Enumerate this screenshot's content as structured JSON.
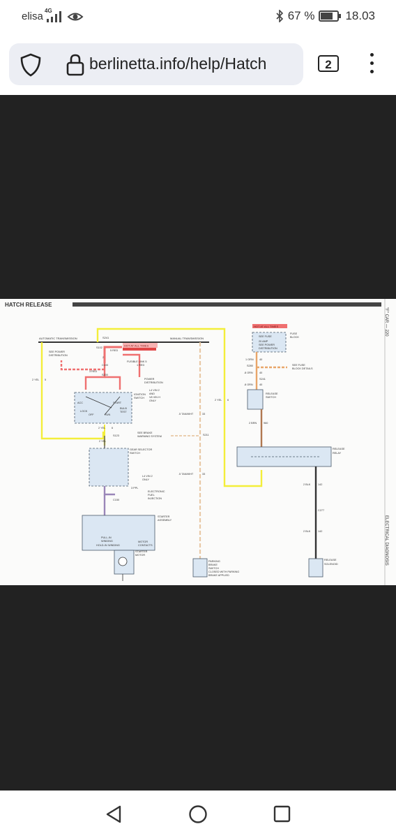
{
  "status_bar": {
    "carrier": "elisa",
    "network": "4G",
    "battery": "67 %",
    "time": "18.03"
  },
  "browser": {
    "url": "berlinetta.info/help/Hatch",
    "tab_count": "2"
  },
  "diagram": {
    "title": "HATCH RELEASE",
    "side_label_top": "\"F\" CAR — 220",
    "side_label_bottom": "ELECTRICAL DIAGNOSIS",
    "headers": {
      "automatic": "AUTOMATIC TRANSMISSION",
      "manual": "MANUAL TRANSMISSION",
      "s241": "S241"
    },
    "hot_labels": {
      "hot_center": "HOT AT ALL TIMES",
      "hot_right": "HOT AT ALL TIMES"
    },
    "labels": {
      "s102": "S102",
      "red_5": "5 RED",
      "red_2_a": "2",
      "red_3": "3 RED",
      "fusible": "FUSIBLE LINK 5",
      "red_1": "1 RED",
      "see_power": "SEE POWER",
      "distribution": "DISTRIBUTION",
      "c100": "C100",
      "s200": "S200",
      "power_dist": "POWER",
      "power_dist2": "DISTRIBUTION",
      "l4_vin": "L4 VIN 2",
      "and": "AND",
      "v8_vin": "V8 VIN H",
      "only": "ONLY",
      "ignition": "IGNITION",
      "switch": "SWITCH",
      "acc": "ACC",
      "lock": "LOCK",
      "off": "OFF",
      "run": "RUN",
      "start": "START",
      "bulb_test": "BULB",
      "test": "TEST",
      "yel_2": "2 YEL",
      "yel_5": "5",
      "yel_2b": "2 YEL",
      "yel_6": "6",
      "s123": "S123",
      "yel_c": "2 YEL",
      "see_brake": "SEE BRAKE",
      "warning": "WARNING SYSTEM",
      "s211": "S211",
      "tan_wht": ".5 TAN/WHT",
      "n33": "33",
      "tan_wht2": ".5 TAN/WHT",
      "n33b": "33",
      "gear_sel": "GEAR SELECTOR",
      "gear_sw": "SWITCH",
      "l4_vin2": "L4 VIN 2",
      "only2": "ONLY",
      "ppl": "3 PPL",
      "efi": "ELECTRONIC",
      "fuel_inj": "FUEL",
      "injection": "INJECTION",
      "c150": "C150",
      "starter_asm": "STARTER",
      "assembly": "ASSEMBLY",
      "pull_in": "PULL-IN",
      "winding": "WINDING",
      "hold_in": "HOLD-IN",
      "winding2": "WINDING",
      "motor_ct": "MOTOR",
      "contacts": "CONTACTS",
      "starter_motor": "STARTER",
      "motor": "MOTOR",
      "parking": "PARKING",
      "brake": "BRAKE",
      "pb_switch": "SWITCH",
      "closed_with": "CLOSED WITH PARKING",
      "brake_applied": "BRAKE APPLIED",
      "fuse_block": "FUSE",
      "block": "BLOCK",
      "see_fuse": "SEE FUSE",
      "amp20": "20 AMP",
      "see_power2": "SEE POWER",
      "dist2": "DISTRIBUTION",
      "orn_1": "1 ORN",
      "n40": "40",
      "s280": "S280",
      "see_fuse_block": "SEE FUSE",
      "block_details": "BLOCK DETAILS",
      "orn_8": ".8 ORN",
      "n40b": "40",
      "s241b": "S241",
      "orn_8b": ".8 ORN",
      "n40c": "40",
      "yel_mid": "2 YEL",
      "n6": "6",
      "rel_sw": "RELEASE",
      "rel_sw2": "SWITCH",
      "brn": "2 BRN",
      "n960": "960",
      "release_relay": "RELEASE",
      "relay": "RELAY",
      "blk_1": "2 BLK",
      "n142": "142",
      "c277": "C277",
      "blk_2": "2 BLK",
      "n142b": "142",
      "release_sol": "RELEASE",
      "solenoid": "SOLENOID"
    }
  },
  "nav": {
    "back": "back",
    "home": "home",
    "recents": "recents"
  }
}
